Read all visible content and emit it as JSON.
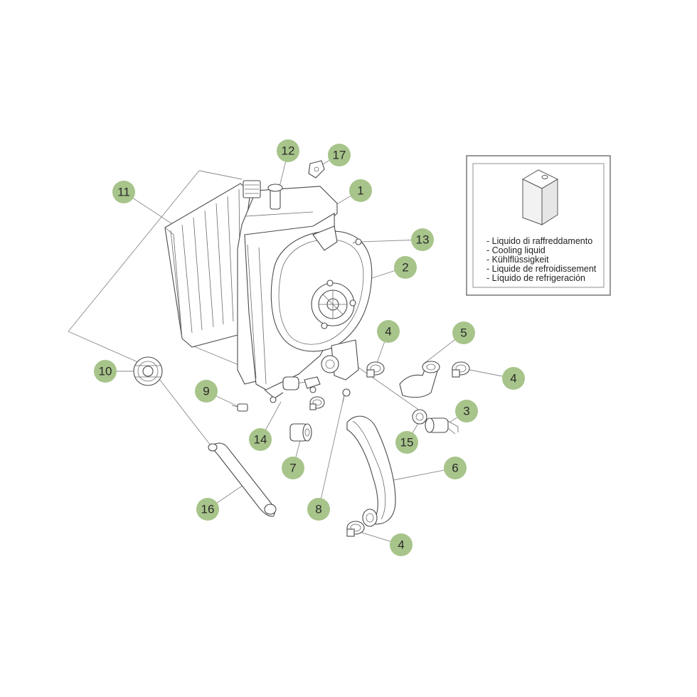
{
  "callouts": [
    {
      "label": "12"
    },
    {
      "label": "17"
    },
    {
      "label": "11"
    },
    {
      "label": "1"
    },
    {
      "label": "13"
    },
    {
      "label": "2"
    },
    {
      "label": "4"
    },
    {
      "label": "5"
    },
    {
      "label": "10"
    },
    {
      "label": "4"
    },
    {
      "label": "9"
    },
    {
      "label": "3"
    },
    {
      "label": "14"
    },
    {
      "label": "15"
    },
    {
      "label": "7"
    },
    {
      "label": "6"
    },
    {
      "label": "16"
    },
    {
      "label": "8"
    },
    {
      "label": "4"
    }
  ],
  "legend": {
    "icon": "coolant-container-icon",
    "lines": [
      "- Liquido di raffreddamento",
      "- Cooling liquid",
      "- Kühlflüssigkeit",
      "- Liquide de refroidissement",
      "- Líquido de refrigeración"
    ]
  },
  "colors": {
    "callout_fill": "#a7c48a",
    "line": "#4a4a4a"
  }
}
